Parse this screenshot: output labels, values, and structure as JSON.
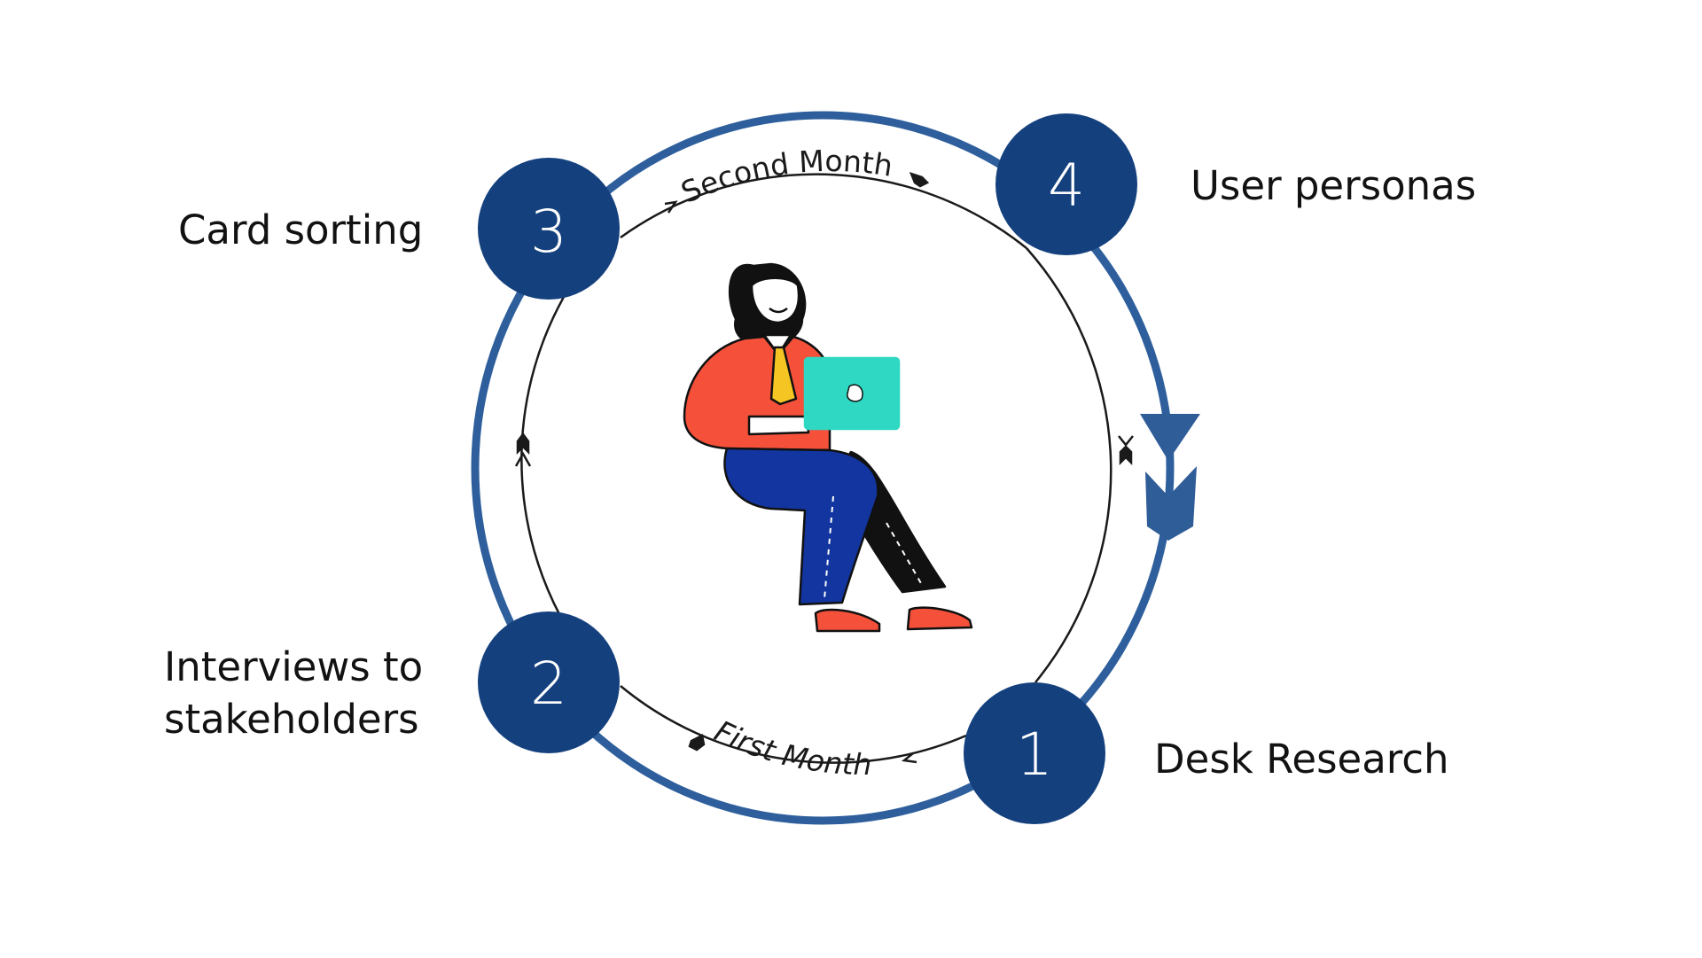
{
  "steps": [
    {
      "number": "1",
      "label": "Desk Research"
    },
    {
      "number": "2",
      "label_lines": [
        "Interviews to",
        "stakeholders"
      ]
    },
    {
      "number": "3",
      "label": "Card sorting"
    },
    {
      "number": "4",
      "label": "User personas"
    }
  ],
  "months": {
    "first": "First Month",
    "second": "Second Month"
  },
  "colors": {
    "circle_fill": "#14417e",
    "ring": "#2e5f9c",
    "arrow": "#2f5d98",
    "inner_line": "#1a1a1a",
    "text": "#121212"
  },
  "illustration": {
    "subject": "woman-with-laptop",
    "colors": {
      "shirt": "#f5513a",
      "tie": "#f5c623",
      "laptop": "#2ed8c3",
      "pants": "#1235a0",
      "shoes": "#f5513a"
    }
  }
}
